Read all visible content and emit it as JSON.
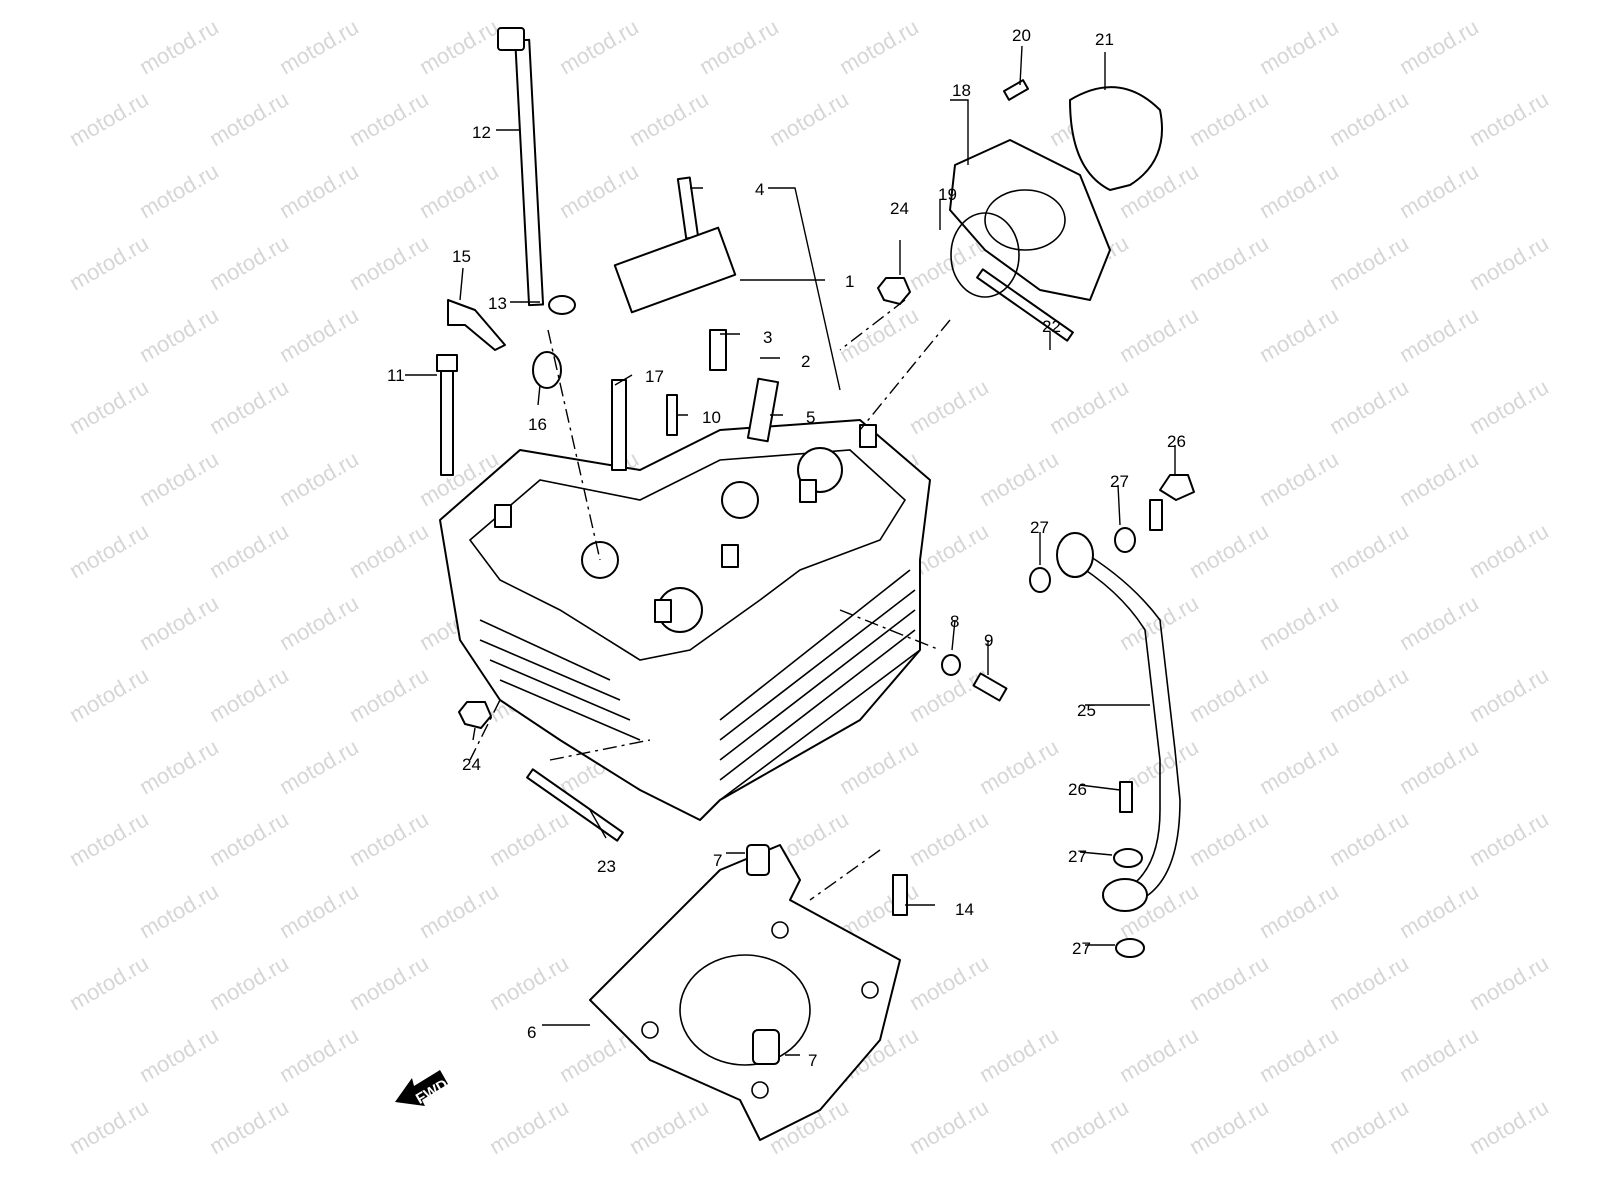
{
  "diagram": {
    "watermark": "motod.ru",
    "direction_label": "FWD",
    "callouts": [
      "12",
      "4",
      "1",
      "3",
      "2",
      "15",
      "13",
      "11",
      "17",
      "16",
      "10",
      "5",
      "24",
      "18",
      "19",
      "20",
      "21",
      "22",
      "26",
      "27",
      "27",
      "8",
      "9",
      "25",
      "24",
      "23",
      "7",
      "14",
      "26",
      "27",
      "27",
      "6",
      "7"
    ]
  }
}
